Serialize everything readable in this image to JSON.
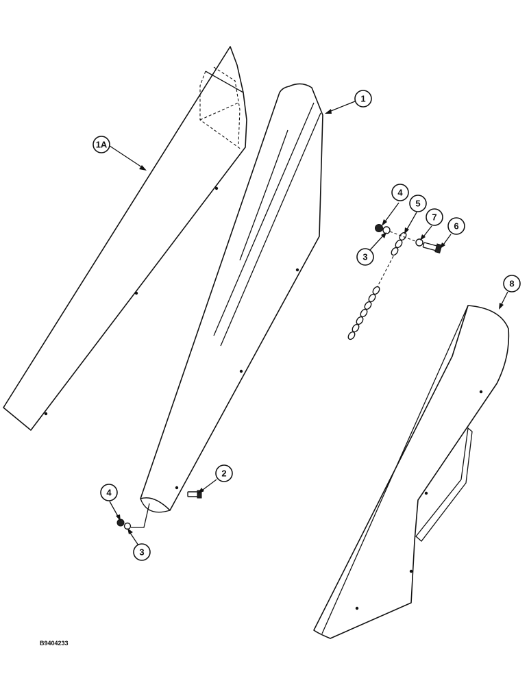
{
  "figure_id": "B9404233",
  "callouts": [
    "1",
    "1A",
    "2",
    "3",
    "4",
    "5",
    "6",
    "7",
    "8"
  ]
}
